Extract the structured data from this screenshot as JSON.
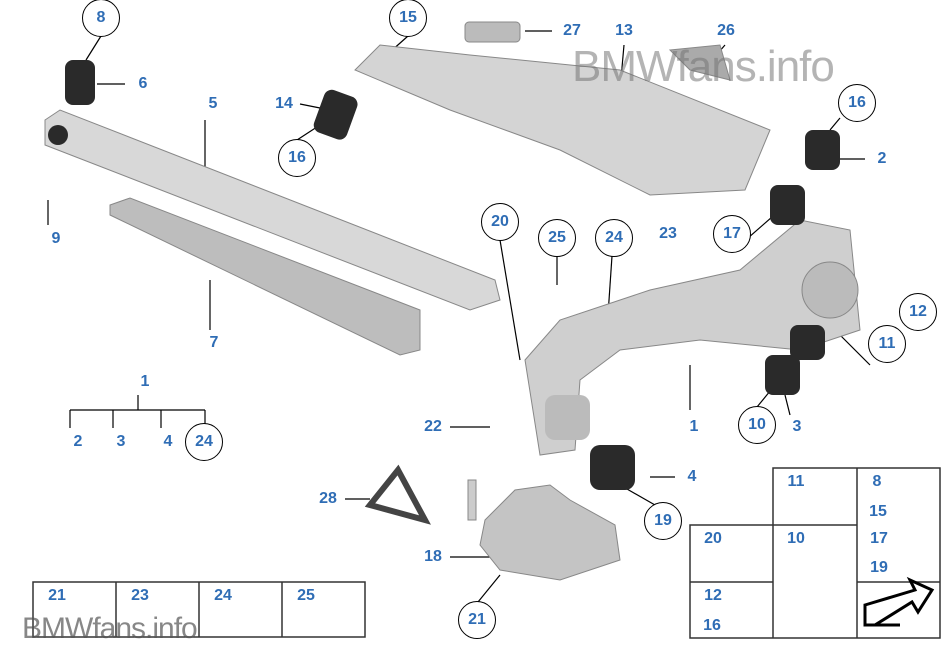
{
  "watermark": {
    "top": "BMWfans.info",
    "bottom": "BMWfans.info"
  },
  "callouts": [
    "8",
    "15",
    "16",
    "16",
    "20",
    "25",
    "24",
    "17",
    "12",
    "11",
    "10",
    "19",
    "24",
    "21"
  ],
  "labels": [
    "6",
    "5",
    "14",
    "27",
    "13",
    "26",
    "2",
    "9",
    "7",
    "1",
    "2",
    "3",
    "4",
    "22",
    "1",
    "3",
    "4",
    "28",
    "18",
    "23"
  ],
  "fasteners_left": [
    "21",
    "23",
    "24",
    "25"
  ],
  "fasteners_right": {
    "washer": "11",
    "bolt_long": [
      "8",
      "15",
      "17",
      "19"
    ],
    "nut_large": "20",
    "bolt": "10",
    "nut_small": [
      "12",
      "16"
    ]
  },
  "colors": {
    "label": "#2f6db5",
    "part": "#c9c9c9",
    "bushing": "#2a2a2a"
  }
}
